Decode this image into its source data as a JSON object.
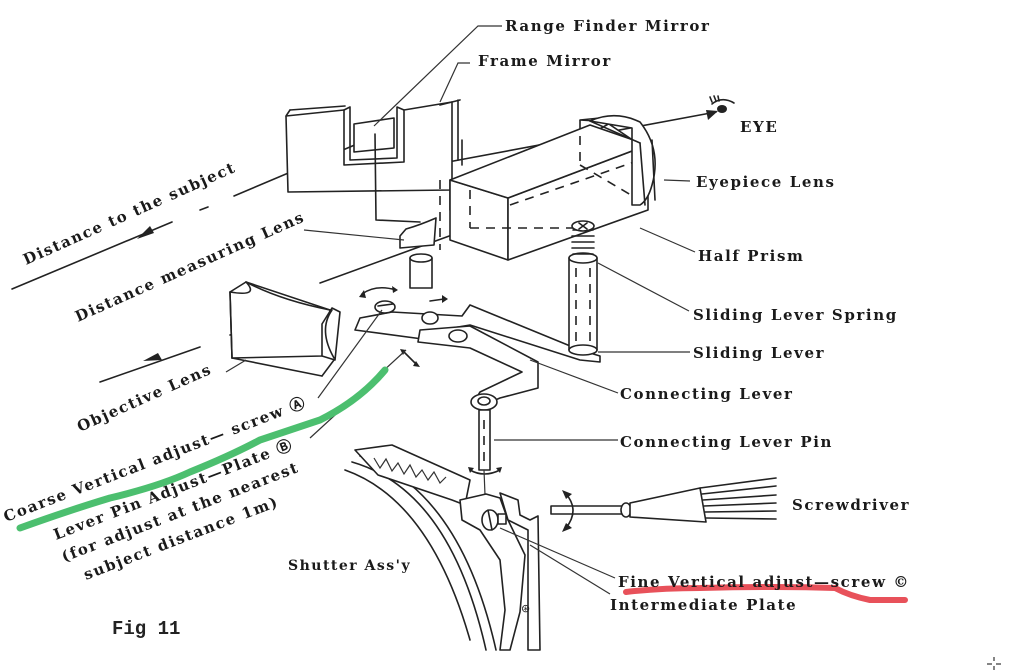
{
  "figure": {
    "caption": "Fig 11",
    "labels": {
      "range_finder_mirror": "Range Finder Mirror",
      "frame_mirror": "Frame Mirror",
      "eye": "EYE",
      "eyepiece_lens": "Eyepiece Lens",
      "half_prism": "Half Prism",
      "sliding_lever_spring": "Sliding Lever Spring",
      "sliding_lever": "Sliding Lever",
      "connecting_lever": "Connecting Lever",
      "connecting_lever_pin": "Connecting Lever Pin",
      "screwdriver": "Screwdriver",
      "fine_vertical_adjust_screw": "Fine Vertical adjust—screw ©",
      "intermediate_plate": "Intermediate Plate",
      "distance_to_subject": "Distance to the subject",
      "distance_measuring_lens": "Distance measuring Lens",
      "objective_lens": "Objective Lens",
      "coarse_vertical_adjust_screw": "Coarse Vertical adjust— screw Ⓐ",
      "lever_pin_adjust_plate": "Lever Pin Adjust—Plate Ⓑ",
      "lever_pin_note_line1": "(for adjust at the nearest",
      "lever_pin_note_line2": "subject distance 1m)",
      "shutter_assy": "Shutter Ass'y"
    },
    "highlights": {
      "green": {
        "target": "coarse_vertical_adjust_screw",
        "color": "#4cbf6f"
      },
      "red": {
        "target": "fine_vertical_adjust_screw",
        "color": "#e8515a"
      }
    }
  }
}
